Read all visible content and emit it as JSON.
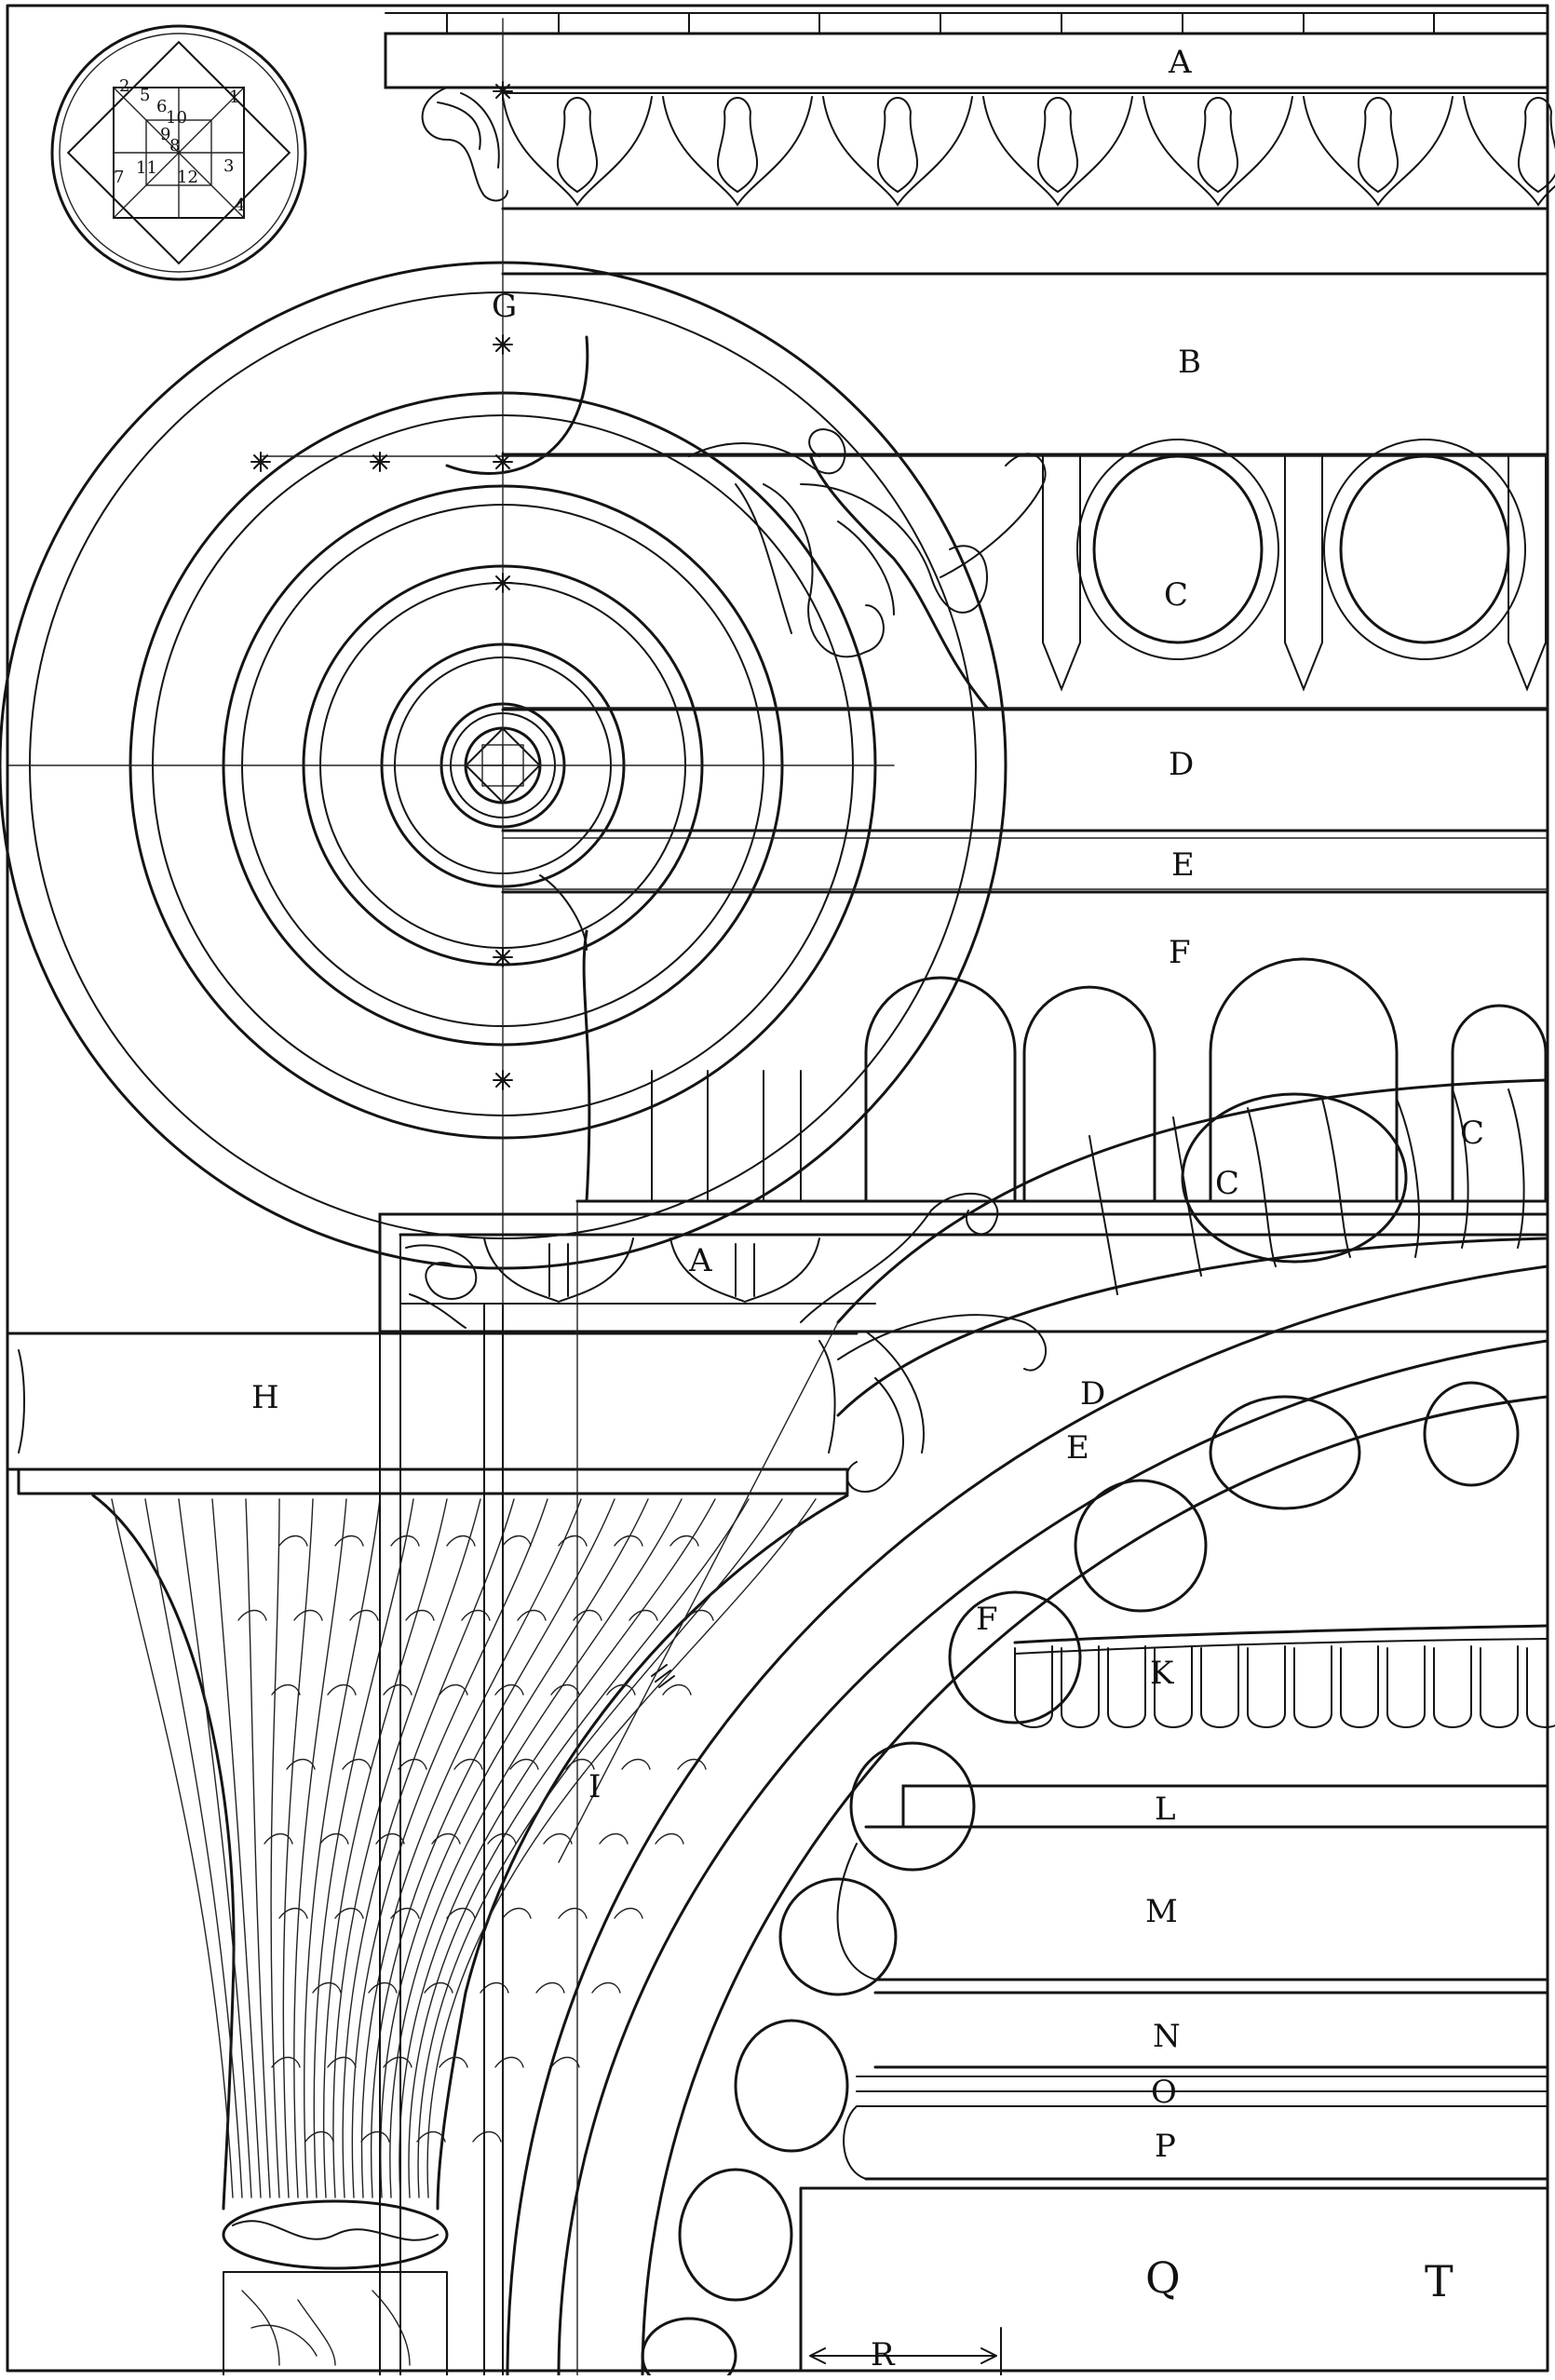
{
  "plate": {
    "ink": "#141414",
    "paper": "#ffffff",
    "labels": {
      "A_top": "A",
      "B_top": "B",
      "C_top": "C",
      "D_top": "D",
      "E_top": "E",
      "F_top": "F",
      "G": "G",
      "A_mid": "A",
      "C_mid": "C",
      "C_edge": "C",
      "H": "H",
      "D_arc": "D",
      "E_arc": "E",
      "F_arc": "F",
      "I": "I",
      "K": "K",
      "L": "L",
      "M": "M",
      "N": "N",
      "O": "O",
      "P": "P",
      "Q": "Q",
      "R": "R",
      "T": "T"
    },
    "inset_numbers": [
      "1",
      "2",
      "3",
      "4",
      "5",
      "6",
      "7",
      "8",
      "9",
      "10",
      "11",
      "12"
    ]
  }
}
